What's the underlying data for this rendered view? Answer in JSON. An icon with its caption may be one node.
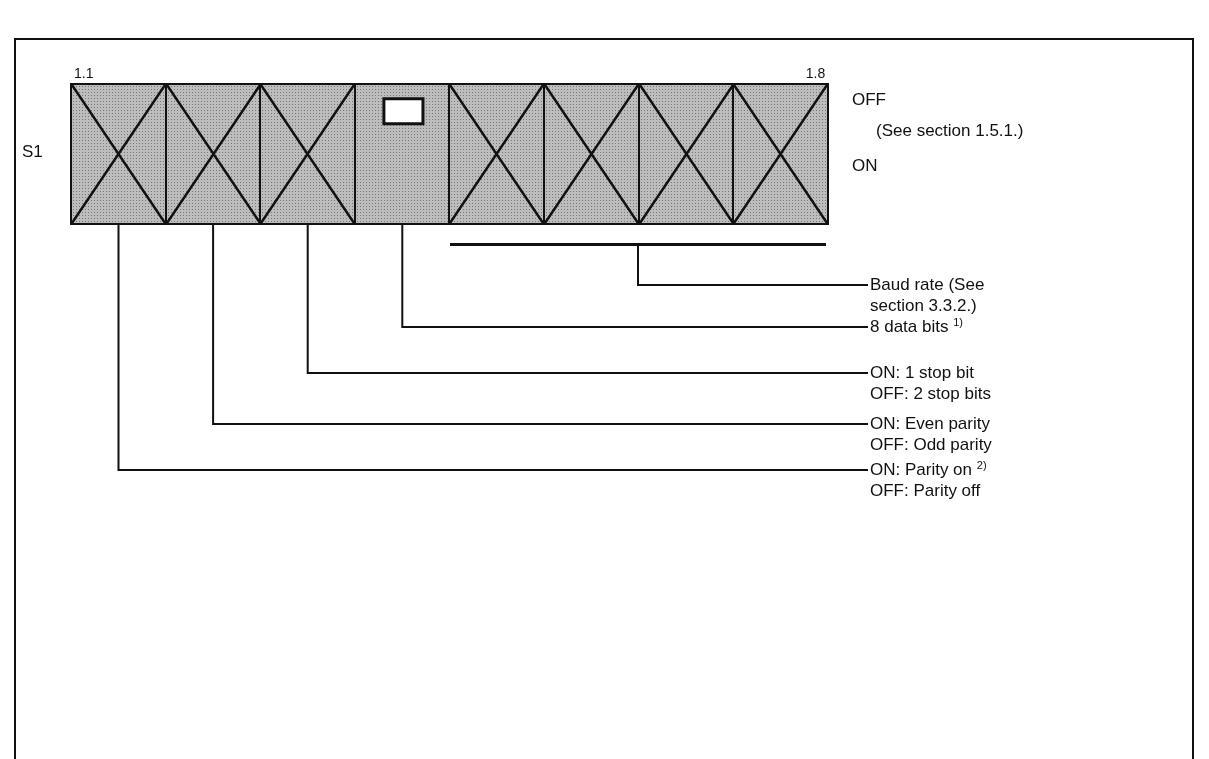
{
  "diagram": {
    "nodes": [
      {
        "text": [],
        "shape": "box",
        "beside": [
          "1.1"
        ]
      },
      {
        "text": [],
        "shape": "box"
      },
      {
        "text": [],
        "shape": "box"
      },
      {
        "text": [],
        "shape": "box"
      },
      {
        "text": [],
        "shape": "box"
      },
      {
        "text": [],
        "shape": "box"
      },
      {
        "text": [],
        "shape": "box"
      },
      {
        "text": [],
        "shape": "box",
        "beside": [
          "1.8"
        ]
      },
      {
        "text": [],
        "shape": "bar"
      },
      {
        "text": [
          "Baud rate (See section 3.3.2.)"
        ]
      },
      {
        "text": [
          "8 data bits $^{1)}$"
        ]
      },
      {
        "text": [
          "ON: 1 stop bit",
          "OFF: 2 stop bits"
        ]
      },
      {
        "text": [
          "ON: Even parity",
          "OFF: Odd parity"
        ]
      },
      {
        "text": [
          "ON: Parity on $^{2)}$",
          "OFF: Parity off"
        ]
      }
    ],
    "edges": [
      {
        "from": 9,
        "to": 8,
        "arrow": "none"
      },
      {
        "from": 10,
        "to": 3,
        "arrow": "none"
      },
      {
        "from": 11,
        "to": 2,
        "arrow": "none"
      },
      {
        "from": 12,
        "to": 1,
        "arrow": "none"
      },
      {
        "from": 13,
        "to": 0,
        "arrow": "none"
      }
    ],
    "labels": [
      "S1",
      "OFF",
      "(See section 1.5.1.)",
      "ON"
    ]
  }
}
